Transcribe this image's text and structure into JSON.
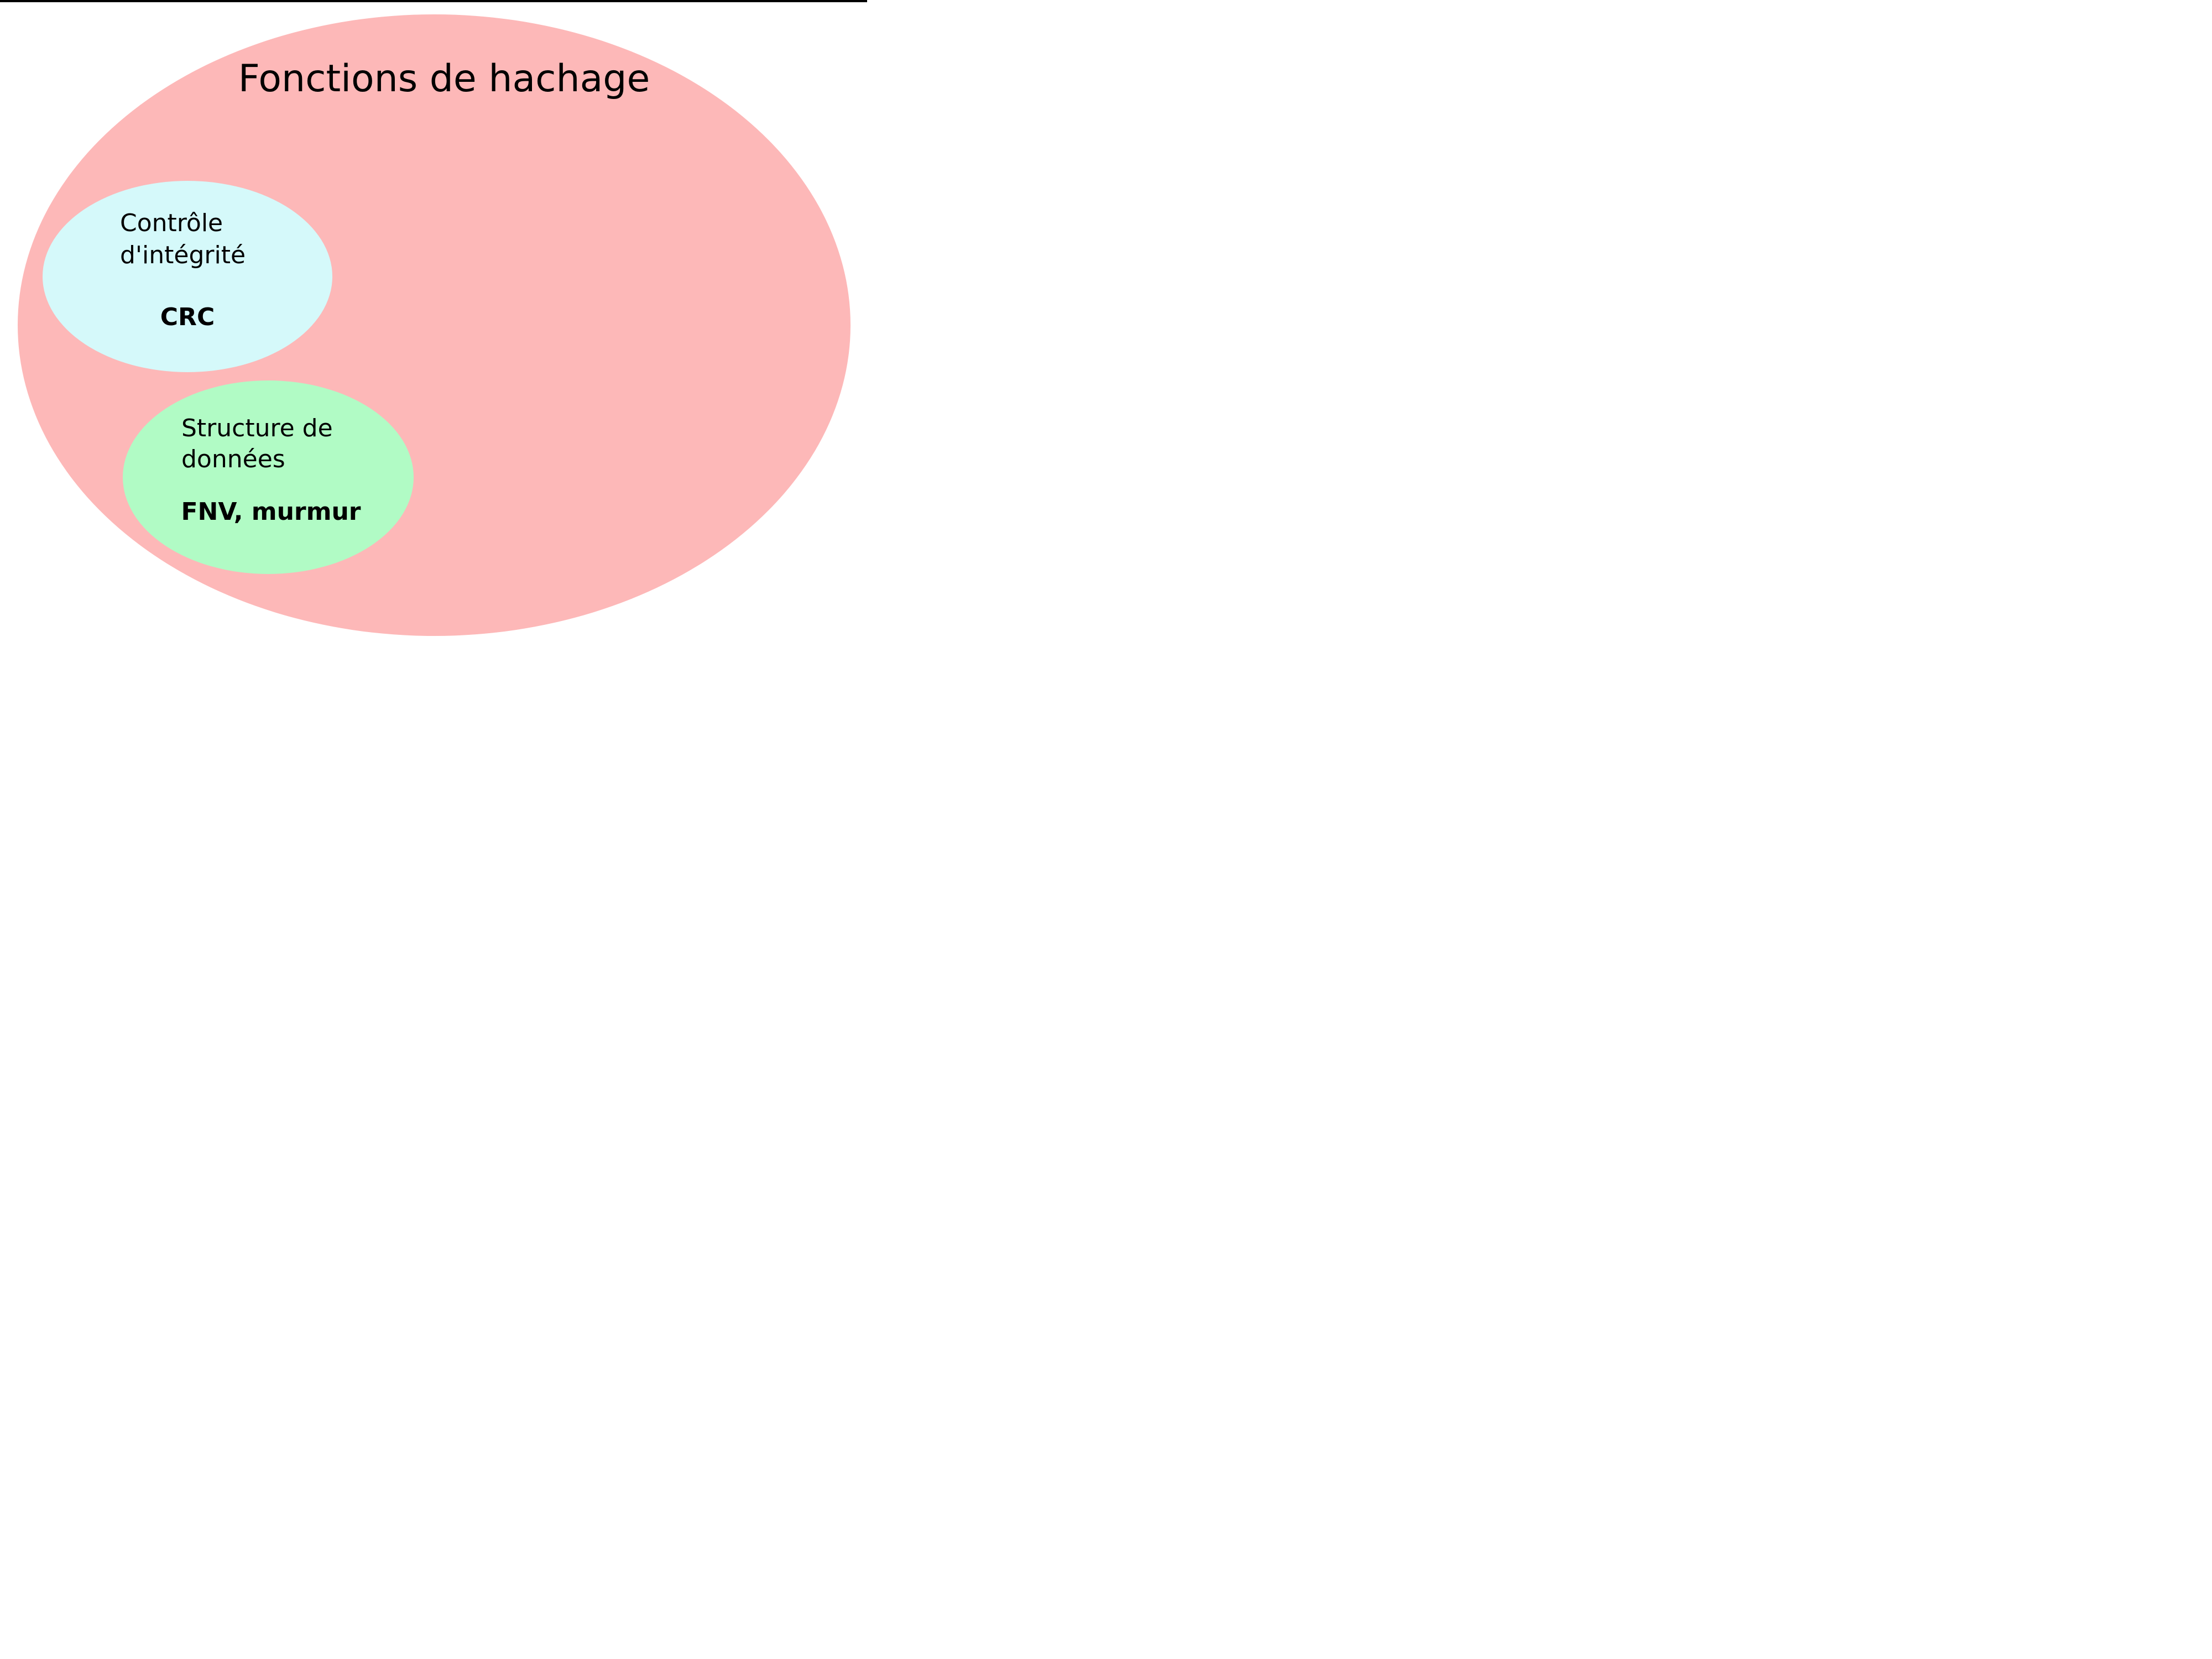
{
  "diagram": {
    "outer_set": {
      "title": "Fonctions de hachage",
      "fill": "#fdb8b8"
    },
    "subsets": [
      {
        "label_lines": [
          "Contrôle",
          "d'intégrité"
        ],
        "example": "CRC",
        "fill": "#d5f9fa"
      },
      {
        "label_lines": [
          "Structure de",
          "données"
        ],
        "example": "FNV, murmur",
        "fill": "#b1fbc5"
      }
    ]
  }
}
